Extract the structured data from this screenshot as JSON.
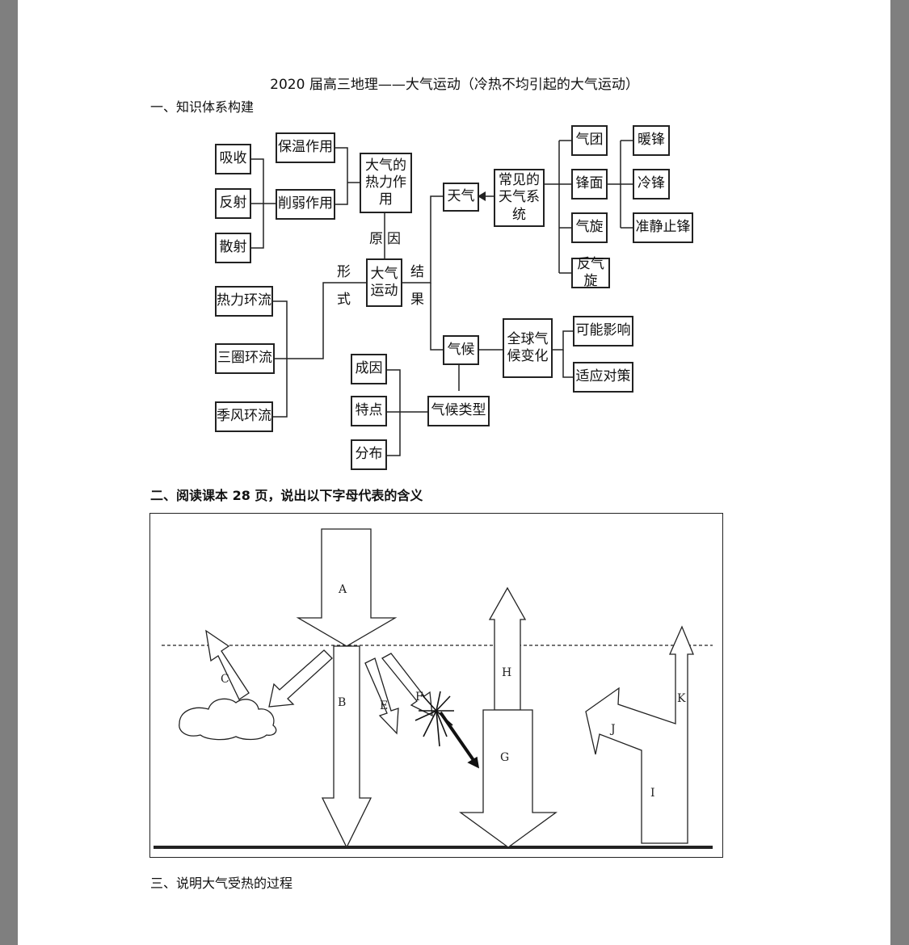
{
  "title": "2020 届高三地理——大气运动（冷热不均引起的大气运动）",
  "sections": {
    "s1": "一、知识体系构建",
    "s2": "二、阅读课本 28 页，说出以下字母代表的含义",
    "s3": "三、说明大气受热的过程"
  },
  "mindmap": {
    "absorb": "吸收",
    "reflect": "反射",
    "scatter": "散射",
    "keep_warm": "保温作用",
    "weaken": "削弱作用",
    "thermal_1": "大气的",
    "thermal_2": "热力作用",
    "cause_1": "原",
    "cause_2": "因",
    "form_1": "形",
    "form_2": "式",
    "result_1": "结",
    "result_2": "果",
    "motion_1": "大气",
    "motion_2": "运动",
    "thermal_circ": "热力环流",
    "three_cell": "三圈环流",
    "monsoon": "季风环流",
    "weather": "天气",
    "systems_1": "常见的",
    "systems_2": "天气系统",
    "air_mass": "气团",
    "front": "锋面",
    "cyclone": "气旋",
    "anticyclone": "反气旋",
    "warm_front": "暖锋",
    "cold_front": "冷锋",
    "stationary_front": "准静止锋",
    "climate": "气候",
    "global_1": "全球气",
    "global_2": "候变化",
    "impact": "可能影响",
    "adapt": "适应对策",
    "cause_factor": "成因",
    "feature": "特点",
    "distribution": "分布",
    "climate_type": "气候类型"
  },
  "diagram": {
    "A": "A",
    "B": "B",
    "C": "C",
    "E": "E",
    "F": "F",
    "G": "G",
    "H": "H",
    "I": "I",
    "J": "J",
    "K": "K"
  }
}
